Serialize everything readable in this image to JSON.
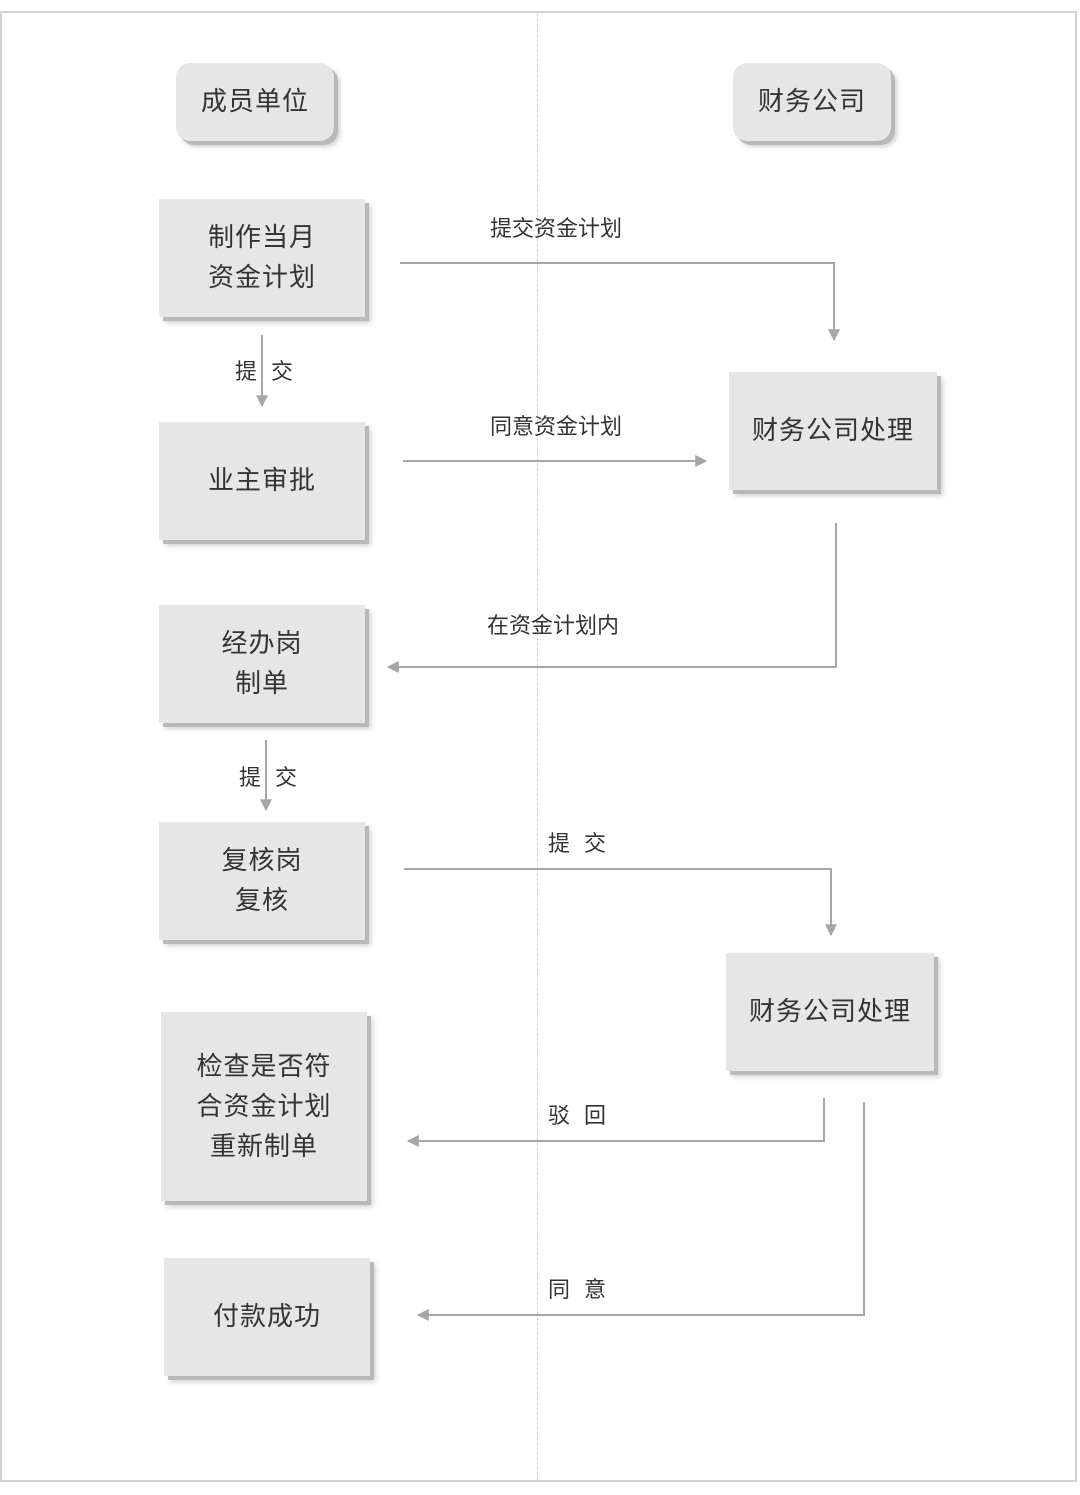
{
  "columns": {
    "left_header": "成员单位",
    "right_header": "财务公司"
  },
  "boxes": {
    "make_plan": [
      "制作当月",
      "资金计划"
    ],
    "owner_approve": [
      "业主审批"
    ],
    "handler_make": [
      "经办岗",
      "制单"
    ],
    "reviewer": [
      "复核岗",
      "复核"
    ],
    "finance_process_1": [
      "财务公司处理"
    ],
    "finance_process_2": [
      "财务公司处理"
    ],
    "check_redo": [
      "检查是否符",
      "合资金计划",
      "重新制单"
    ],
    "payment_success": [
      "付款成功"
    ]
  },
  "arrow_labels": {
    "submit_plan": "提交资金计划",
    "submit_1": "提交",
    "agree_plan": "同意资金计划",
    "within_plan": "在资金计划内",
    "submit_2": "提交",
    "submit_3": "提交",
    "reject": "驳回",
    "agree": "同意"
  },
  "colors": {
    "box_fill": "#e6e6e6",
    "arrow": "#a6a6a6",
    "divider": "#cfcfcf"
  }
}
